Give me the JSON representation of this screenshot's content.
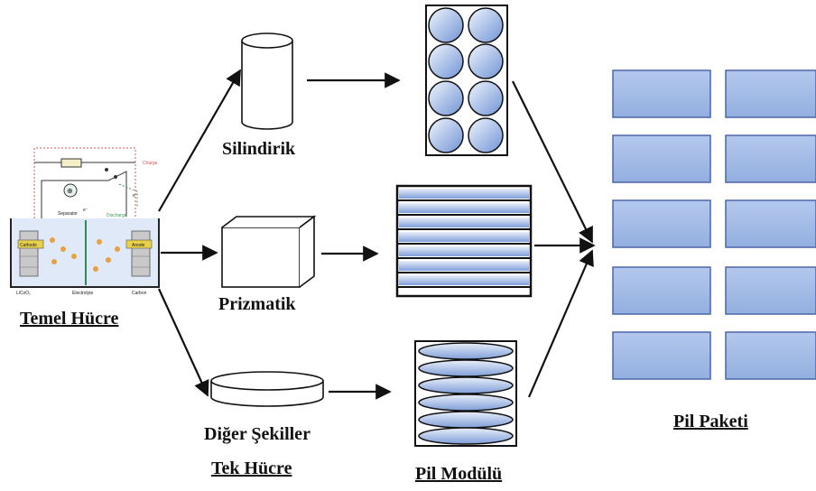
{
  "labels": {
    "temel_hucre": "Temel Hücre",
    "silindirik": "Silindirik",
    "prizmatik": "Prizmatik",
    "diger_sekiller": "Diğer Şekiller",
    "tek_hucre": "Tek Hücre",
    "pil_modulu": "Pil Modülü",
    "pil_paketi": "Pil Paketi"
  },
  "cell_schematic": {
    "charge": "Charge",
    "discharge": "Discharge",
    "separator": "Separator",
    "cathode": "Cathode",
    "anode": "Anode",
    "electrolyte": "Electrolyte",
    "cathode_material": "LiCoO₂",
    "anode_material": "Carbon",
    "meter": "⊕",
    "electron": "e⁻"
  },
  "colors": {
    "module_fill_light": "#e8eef9",
    "module_fill_dark": "#6f93d6",
    "pack_fill_light": "#dde7f7",
    "pack_fill_dark": "#9cb6e3",
    "stroke": "#111111",
    "charge_line": "#d9534f",
    "discharge_line": "#3a9a5b",
    "electrode": "#e8d04a"
  }
}
